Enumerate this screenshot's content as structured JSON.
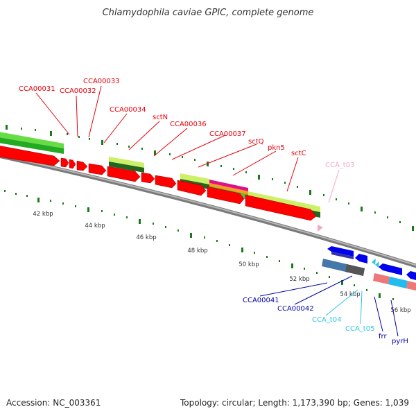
{
  "title": "Chlamydophila caviae GPIC, complete genome",
  "footer": {
    "accession": "Accession: NC_003361",
    "summary": "Topology: circular; Length: 1,173,390 bp; Genes: 1,039"
  },
  "scale_labels": [
    "42 kbp",
    "44 kbp",
    "46 kbp",
    "48 kbp",
    "50 kbp",
    "52 kbp",
    "54 kbp",
    "56 kbp"
  ],
  "upper_labels": [
    {
      "text": "CCA00031",
      "color": "#e8000b"
    },
    {
      "text": "CCA00032",
      "color": "#e8000b"
    },
    {
      "text": "CCA00033",
      "color": "#e8000b"
    },
    {
      "text": "CCA00034",
      "color": "#e8000b"
    },
    {
      "text": "sctN",
      "color": "#e8000b"
    },
    {
      "text": "CCA00036",
      "color": "#e8000b"
    },
    {
      "text": "CCA00037",
      "color": "#e8000b"
    },
    {
      "text": "sctQ",
      "color": "#e8000b"
    },
    {
      "text": "pkn5",
      "color": "#e8000b"
    },
    {
      "text": "sctC",
      "color": "#e8000b"
    },
    {
      "text": "CCA_t03",
      "color": "#f4a6c8"
    }
  ],
  "lower_labels": [
    {
      "text": "CCA00041",
      "color": "#0000a8"
    },
    {
      "text": "CCA00042",
      "color": "#0000a8"
    },
    {
      "text": "CCA_t04",
      "color": "#2ec4e6"
    },
    {
      "text": "CCA_t05",
      "color": "#2ec4e6"
    },
    {
      "text": "frr",
      "color": "#0000a8"
    },
    {
      "text": "pyrH",
      "color": "#0000a8"
    }
  ],
  "colors": {
    "cds_forward": "#ff0000",
    "cds_reverse": "#0000ee",
    "backbone": "#808080",
    "tick": "#1a7a1a",
    "trna": "#f4a6c8"
  }
}
